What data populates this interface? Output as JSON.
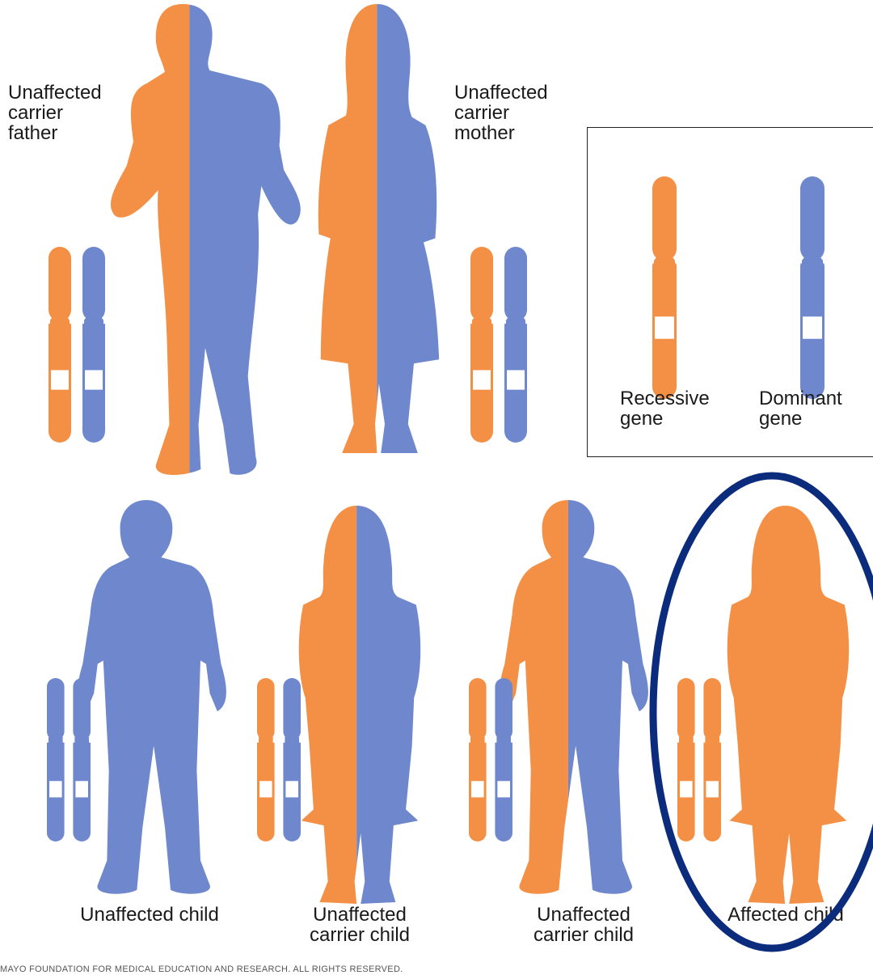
{
  "colors": {
    "recessive": "#f49045",
    "dominant": "#6f88cd",
    "highlight": "#0b2b7c"
  },
  "parents": {
    "father": {
      "label": "Unaffected\ncarrier\nfather",
      "genotype": [
        "recessive",
        "dominant"
      ]
    },
    "mother": {
      "label": "Unaffected\ncarrier\nmother",
      "genotype": [
        "recessive",
        "dominant"
      ]
    }
  },
  "legend": {
    "recessive_label": "Recessive\ngene",
    "dominant_label": "Dominant\ngene"
  },
  "children": [
    {
      "label": "Unaffected child",
      "genotype": [
        "dominant",
        "dominant"
      ]
    },
    {
      "label": "Unaffected\ncarrier child",
      "genotype": [
        "recessive",
        "dominant"
      ]
    },
    {
      "label": "Unaffected\ncarrier child",
      "genotype": [
        "recessive",
        "dominant"
      ]
    },
    {
      "label": "Affected child",
      "genotype": [
        "recessive",
        "recessive"
      ],
      "highlighted": true
    }
  ],
  "copyright": "MAYO FOUNDATION FOR MEDICAL EDUCATION AND RESEARCH. ALL RIGHTS RESERVED."
}
